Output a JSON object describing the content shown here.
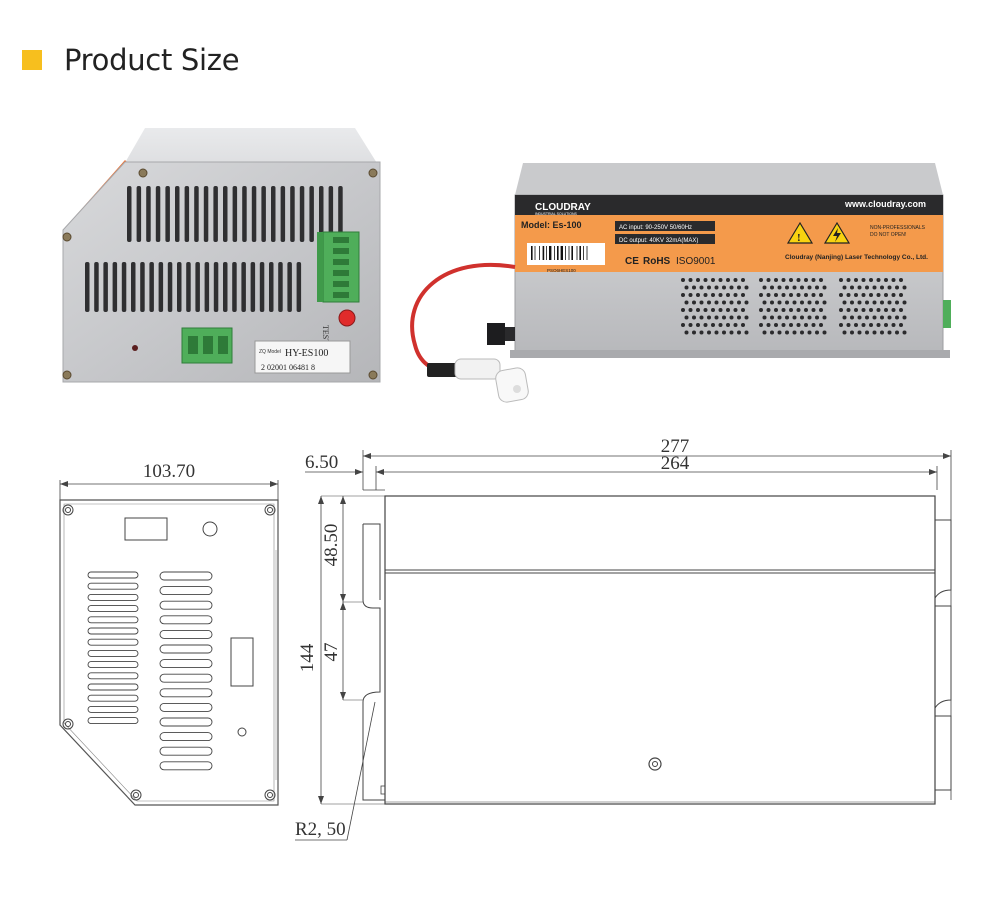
{
  "header": {
    "title": "Product Size",
    "marker_color": "#F7BF1E"
  },
  "front_photo": {
    "terminal_label": "TEST",
    "sticker_model": "HY-ES100",
    "sticker_small": "ZQ Model",
    "barcode_digits": "2  02001  06481  8"
  },
  "side_photo": {
    "brand": "CLOUDRAY",
    "brand_sub": "INDUSTRIAL SOLUTIONS",
    "website": "www.cloudray.com",
    "model": "Model: Es-100",
    "ac_input": "AC input: 90-250V 50/60Hz",
    "dc_output": "DC output: 40KV 32mA(MAX)",
    "warning": "NON-PROFESSIONALS DO NOT OPEN!",
    "cert_ce": "CE",
    "cert_rohs": "RoHS",
    "cert_iso": "ISO9001",
    "company": "Cloudray (Nanjing) Laser Technology Co., Ltd.",
    "serial": "PSO6HES100",
    "label_color": "#F49A4B"
  },
  "front_drawing": {
    "width_dim": "103.70"
  },
  "side_drawing": {
    "total_length": "277",
    "body_length": "264",
    "flange": "6.50",
    "top_height": "48.50",
    "slot_height": "47",
    "total_height": "144",
    "radius": "R2, 50"
  }
}
